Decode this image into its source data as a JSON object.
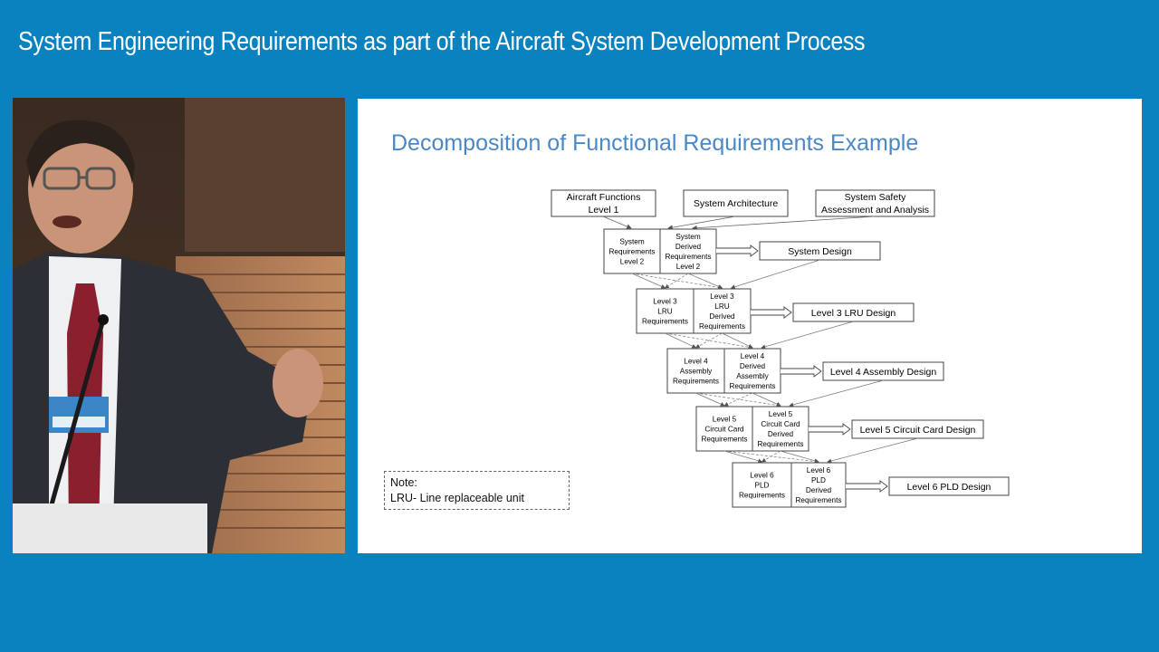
{
  "header": {
    "title": "System Engineering Requirements as part of the Aircraft System Development Process"
  },
  "slide": {
    "title": "Decomposition of Functional Requirements Example",
    "top_boxes": {
      "aircraft_functions": [
        "Aircraft Functions",
        "Level 1"
      ],
      "system_architecture": [
        "System Architecture"
      ],
      "system_safety": [
        "System Safety",
        "Assessment and Analysis"
      ]
    },
    "levels": [
      {
        "left": [
          "System",
          "Requirements",
          "Level 2"
        ],
        "right": [
          "System",
          "Derived",
          "Requirements",
          "Level 2"
        ],
        "design": "System Design"
      },
      {
        "left": [
          "Level 3",
          "LRU",
          "Requirements"
        ],
        "right": [
          "Level 3",
          "LRU",
          "Derived",
          "Requirements"
        ],
        "design": "Level 3 LRU Design"
      },
      {
        "left": [
          "Level 4",
          "Assembly",
          "Requirements"
        ],
        "right": [
          "Level 4",
          "Derived",
          "Assembly",
          "Requirements"
        ],
        "design": "Level 4 Assembly Design"
      },
      {
        "left": [
          "Level 5",
          "Circuit Card",
          "Requirements"
        ],
        "right": [
          "Level 5",
          "Circuit Card",
          "Derived",
          "Requirements"
        ],
        "design": "Level 5 Circuit Card Design"
      },
      {
        "left": [
          "Level 6",
          "PLD",
          "Requirements"
        ],
        "right": [
          "Level 6",
          "PLD",
          "Derived",
          "Requirements"
        ],
        "design": "Level 6 PLD Design"
      }
    ],
    "note": {
      "heading": "Note:",
      "text": "LRU- Line replaceable unit"
    }
  }
}
